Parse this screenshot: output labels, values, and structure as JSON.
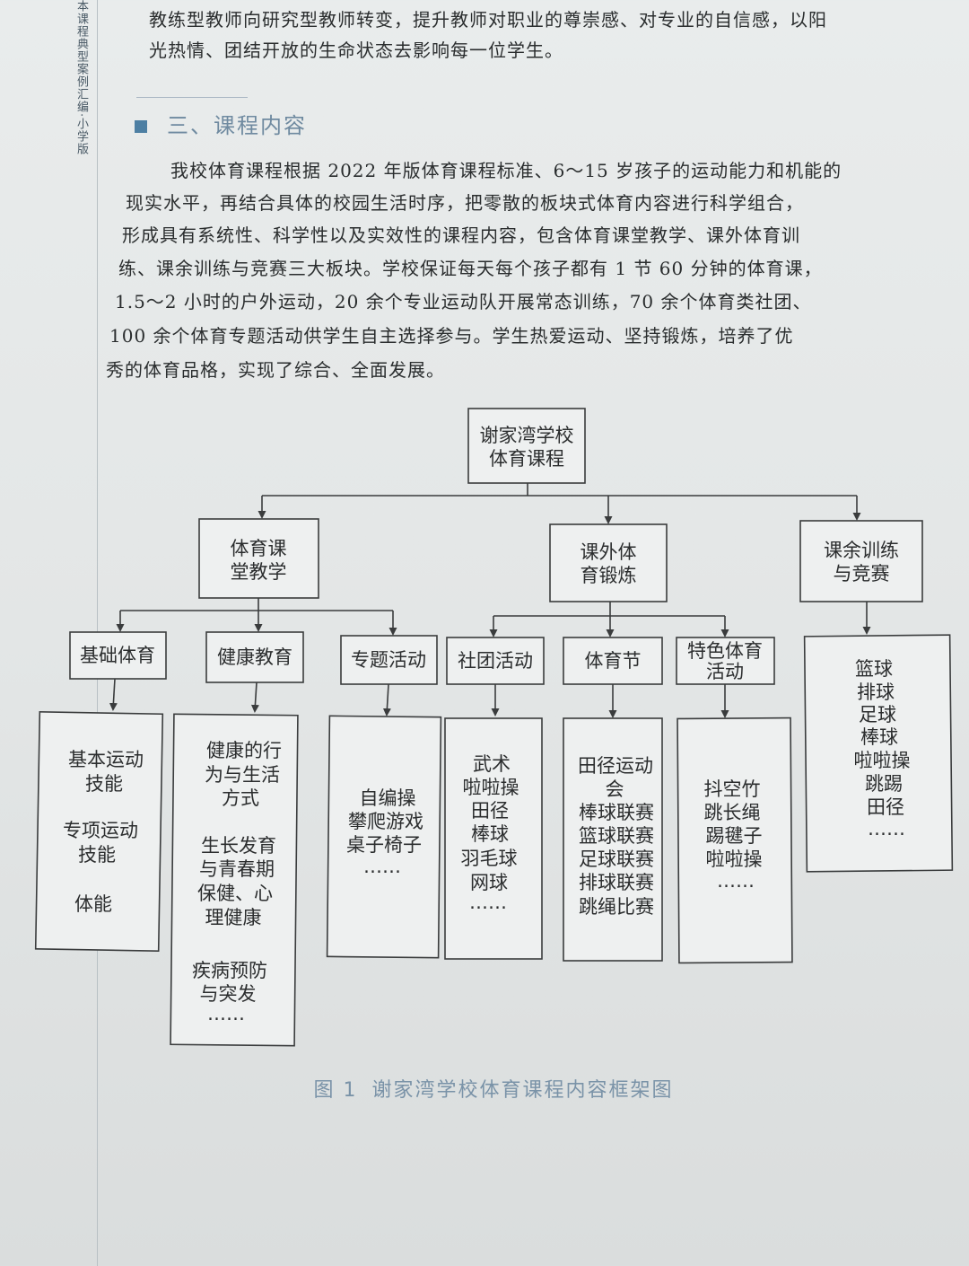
{
  "side_text": "本课程典型案例汇编·小学版",
  "intro_lines": [
    "教练型教师向研究型教师转变，提升教师对职业的尊崇感、对专业的自信感，以阳",
    "光热情、团结开放的生命状态去影响每一位学生。"
  ],
  "section": {
    "title": "三、课程内容",
    "lines": [
      "我校体育课程根据 2022 年版体育课程标准、6～15 岁孩子的运动能力和机能的",
      "现实水平，再结合具体的校园生活时序，把零散的板块式体育内容进行科学组合，",
      "形成具有系统性、科学性以及实效性的课程内容，包含体育课堂教学、课外体育训",
      "练、课余训练与竞赛三大板块。学校保证每天每个孩子都有 1 节 60 分钟的体育课，",
      "1.5～2 小时的户外运动，20 余个专业运动队开展常态训练，70 余个体育类社团、",
      "100 余个体育专题活动供学生自主选择参与。学生热爱运动、坚持锻炼，培养了优",
      "秀的体育品格，实现了综合、全面发展。"
    ]
  },
  "diagram": {
    "root": [
      "谢家湾学校",
      "体育课程"
    ],
    "branches": [
      {
        "label": [
          "体育课",
          "堂教学"
        ]
      },
      {
        "label": [
          "课外体",
          "育锻炼"
        ]
      },
      {
        "label": [
          "课余训练",
          "与竞赛"
        ]
      }
    ],
    "categories": [
      {
        "label": [
          "基础体育"
        ],
        "items": [
          "基本运动",
          "技能",
          "",
          "专项运动",
          "技能",
          "",
          "体能"
        ]
      },
      {
        "label": [
          "健康教育"
        ],
        "items": [
          "健康的行",
          "为与生活",
          "方式",
          "",
          "生长发育",
          "与青春期",
          "保健、心",
          "理健康",
          "",
          "疾病预防",
          "与突发",
          "……"
        ]
      },
      {
        "label": [
          "专题活动"
        ],
        "items": [
          "自编操",
          "攀爬游戏",
          "桌子椅子",
          "……"
        ]
      },
      {
        "label": [
          "社团活动"
        ],
        "items": [
          "武术",
          "啦啦操",
          "田径",
          "棒球",
          "羽毛球",
          "网球",
          "……"
        ]
      },
      {
        "label": [
          "体育节"
        ],
        "items": [
          "田径运动",
          "会",
          "棒球联赛",
          "篮球联赛",
          "足球联赛",
          "排球联赛",
          "跳绳比赛"
        ]
      },
      {
        "label": [
          "特色体育",
          "活动"
        ],
        "items": [
          "抖空竹",
          "跳长绳",
          "踢毽子",
          "啦啦操",
          "……"
        ]
      }
    ],
    "competition_items": [
      "篮球",
      "排球",
      "足球",
      "棒球",
      "啦啦操",
      "跳踢",
      "田径",
      "……"
    ]
  },
  "caption": {
    "number": "图 1",
    "text": "谢家湾学校体育课程内容框架图"
  }
}
